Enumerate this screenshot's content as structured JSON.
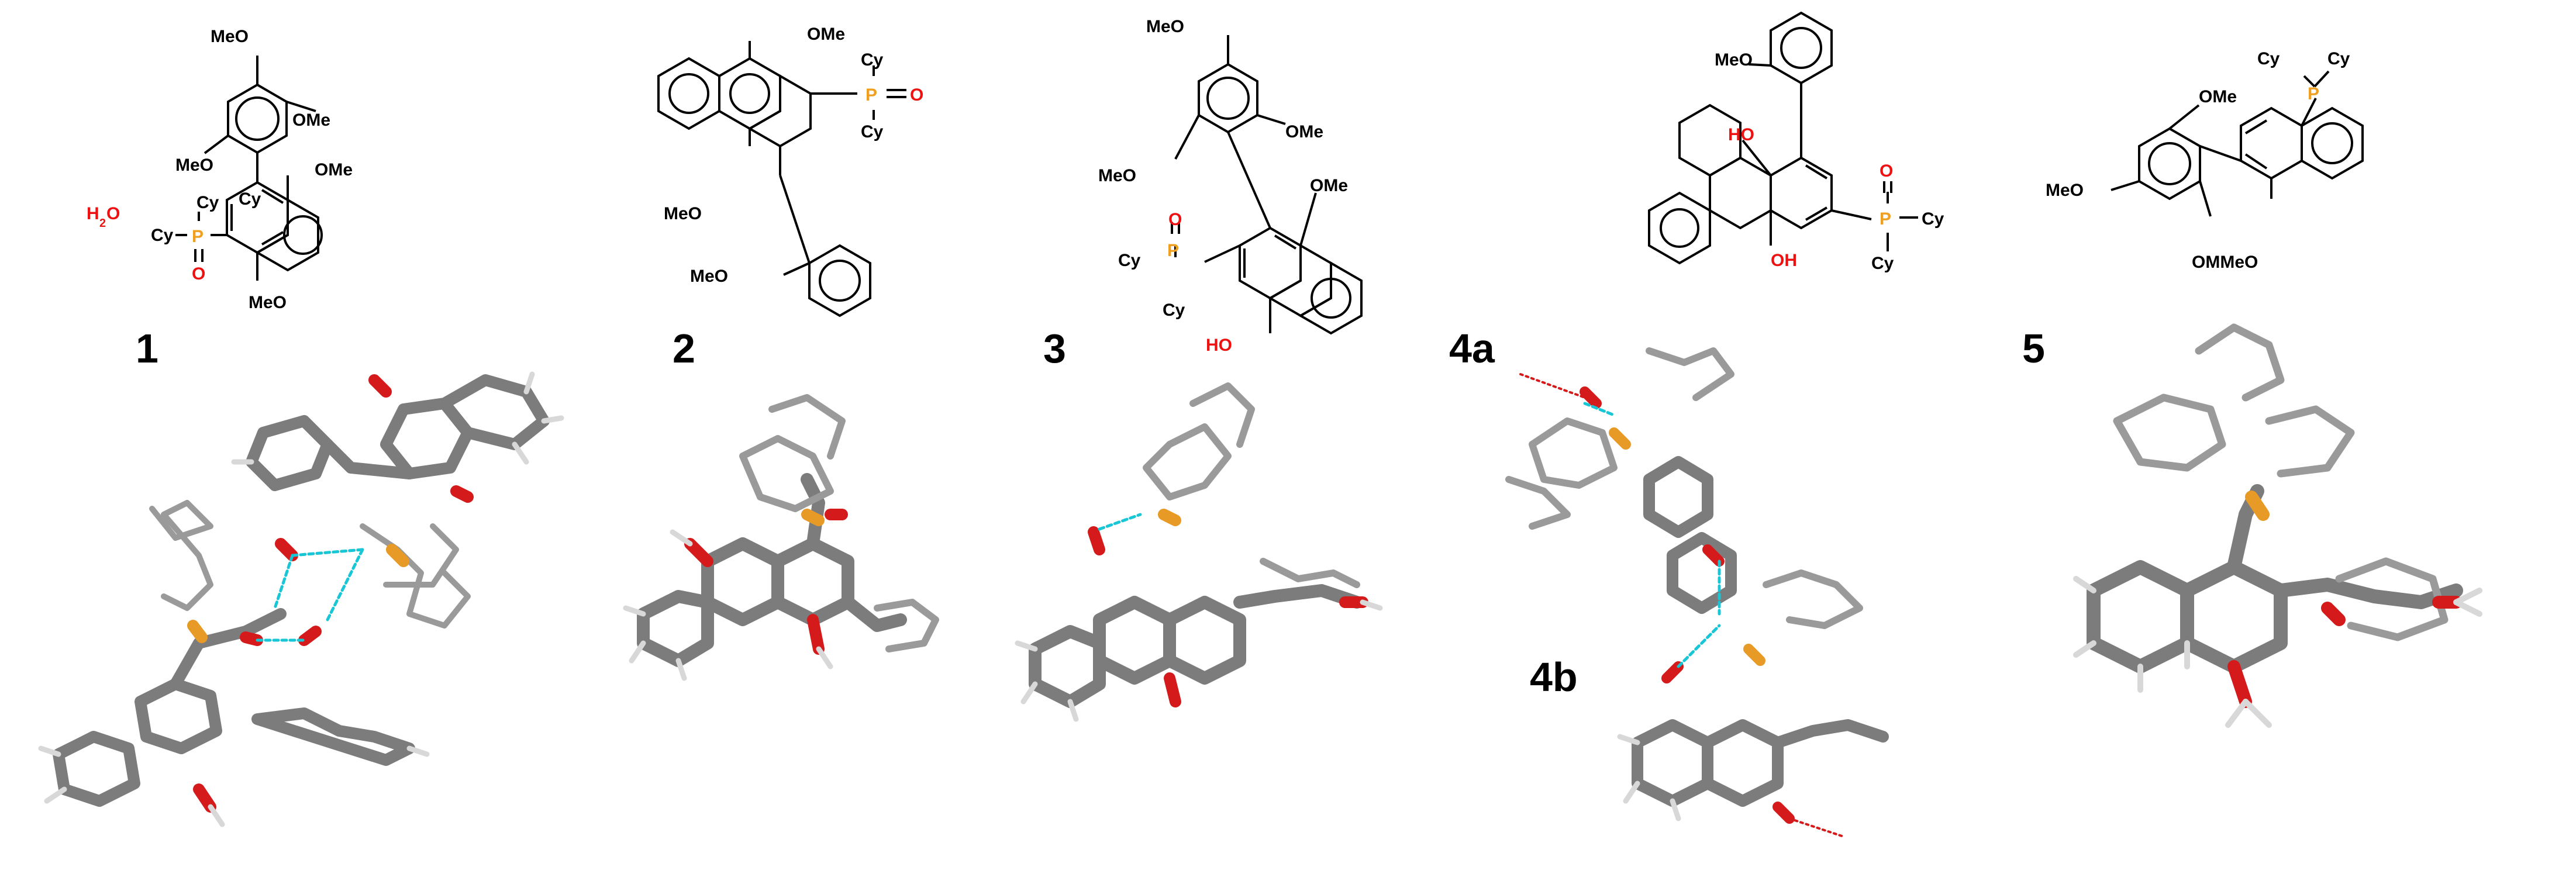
{
  "colors": {
    "bond": "#000000",
    "oxygen": "#ee1111",
    "phosphorus": "#f0a020",
    "stick_carbon": "#7c7c7c",
    "stick_hydrogen": "#d8d8d8",
    "stick_oxygen": "#d41a1a",
    "stick_phosphorus": "#e89a26",
    "hbond": "#18c6d6"
  },
  "compound_labels": {
    "c1": "1",
    "c2": "2",
    "c3": "3",
    "c4a": "4a",
    "c4b": "4b",
    "c5": "5"
  },
  "atom_labels": {
    "MeO": "MeO",
    "OMe": "OMe",
    "Cy": "Cy",
    "P": "P",
    "O": "O",
    "HO": "HO",
    "OH": "OH",
    "OMMeO": "OMMeO"
  },
  "water": {
    "H": "H",
    "sub": "2",
    "O": "O"
  }
}
